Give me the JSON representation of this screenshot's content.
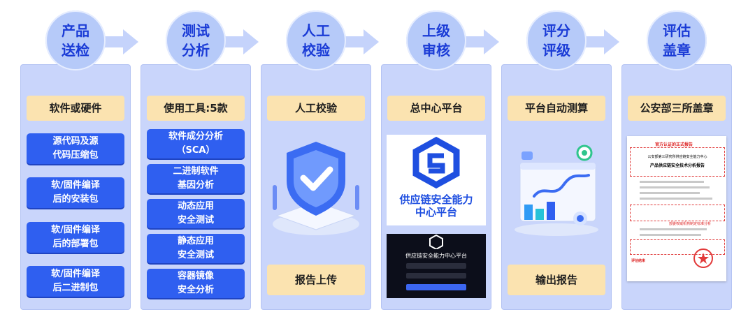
{
  "steps": [
    {
      "line1": "产品",
      "line2": "送检"
    },
    {
      "line1": "测试",
      "line2": "分析"
    },
    {
      "line1": "人工",
      "line2": "校验"
    },
    {
      "line1": "上级",
      "line2": "审核"
    },
    {
      "line1": "评分",
      "line2": "评级"
    },
    {
      "line1": "评估",
      "line2": "盖章"
    }
  ],
  "col1": {
    "header": "软件或硬件",
    "items": [
      {
        "line1": "源代码及源",
        "line2": "代码压缩包"
      },
      {
        "line1": "软/固件编译",
        "line2": "后的安装包"
      },
      {
        "line1": "软/固件编译",
        "line2": "后的部署包"
      },
      {
        "line1": "软/固件编译",
        "line2": "后二进制包"
      }
    ]
  },
  "col2": {
    "header": "使用工具:5款",
    "items": [
      {
        "line1": "软件成分分析",
        "line2": "（SCA）"
      },
      {
        "line1": "二进制软件",
        "line2": "基因分析"
      },
      {
        "line1": "动态应用",
        "line2": "安全测试"
      },
      {
        "line1": "静态应用",
        "line2": "安全测试"
      },
      {
        "line1": "容器镜像",
        "line2": "安全分析"
      }
    ]
  },
  "col3": {
    "header": "人工校验",
    "bottom": "报告上传"
  },
  "col4": {
    "header": "总中心平台",
    "logo_line1": "供应链安全能力",
    "logo_line2": "中心平台",
    "screen_title": "供应链安全能力中心平台"
  },
  "col5": {
    "header": "平台自动测算",
    "bottom": "输出报告"
  },
  "col6": {
    "header": "公安部三所盖章",
    "doc_title": "官方认证的正式报告",
    "doc_line1": "公安部第三研究所供应链安全能力中心",
    "doc_line2": "产品供应链安全技术分析报告",
    "doc_stamp": "评估结束",
    "doc_note": "部委权威机构制定标准分析"
  },
  "colors": {
    "accent": "#2f5ff0",
    "header_bg": "#fbe3b0",
    "column_bg": "#c9d5fb",
    "circle": "#b6caf9"
  }
}
